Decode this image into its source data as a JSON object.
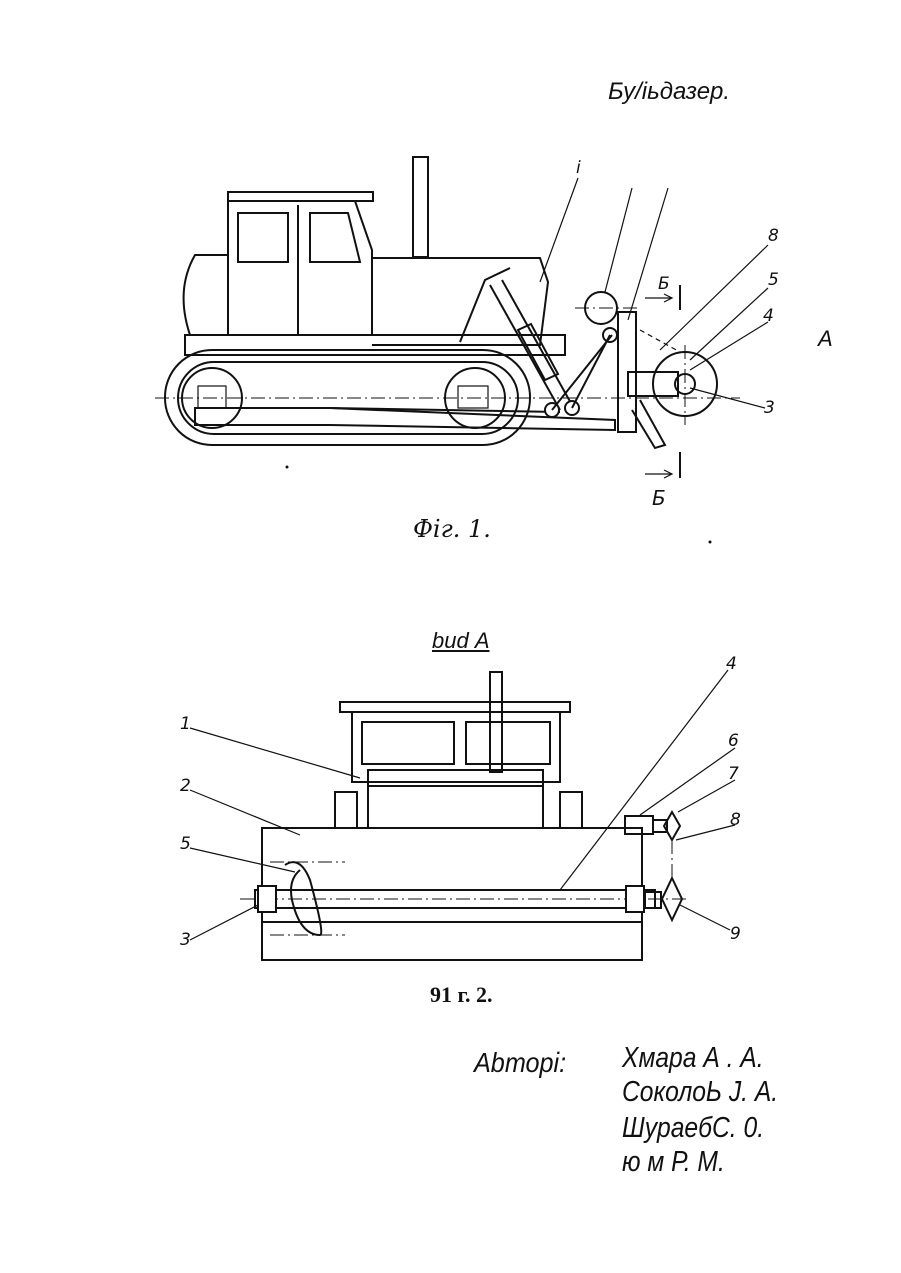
{
  "header": {
    "title": "Бу/іьдазер."
  },
  "fig1": {
    "caption": "Фіг. 1.",
    "view_marker": "А",
    "section_top": "Б",
    "section_bottom": "Б",
    "callouts": [
      "і",
      "8",
      "5",
      "4",
      "3"
    ]
  },
  "fig2": {
    "view_title": "bud А",
    "caption": "91 г. 2.",
    "callouts": [
      "1",
      "2",
      "5",
      "3",
      "4",
      "6",
      "7",
      "8",
      "9"
    ]
  },
  "authors": {
    "label": "Аbторі:",
    "names": [
      "Хмара А .  А.",
      "СоколоЬ J. А.",
      "ШураебС.  0.",
      "ю м  Р. М."
    ]
  }
}
